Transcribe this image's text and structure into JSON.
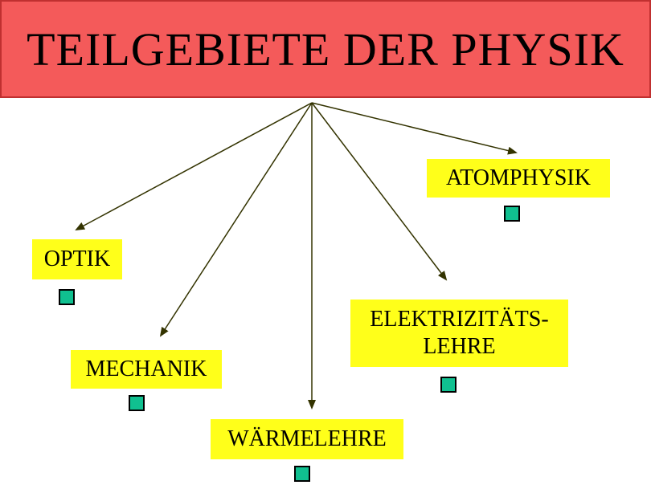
{
  "title": "TEILGEBIETE DER PHYSIK",
  "colors": {
    "title_bg": "#f45a5a",
    "node_bg": "#ffff1a",
    "bullet_fill": "#10c090",
    "arrow": "#333300"
  },
  "nodes": {
    "optik": "OPTIK",
    "mechanik": "MECHANIK",
    "waermelehre": "WÄRMELEHRE",
    "elektrizitaet_line1": "ELEKTRIZITÄTS-",
    "elektrizitaet_line2": "LEHRE",
    "atomphysik": "ATOMPHYSIK"
  },
  "bullet_icon": "square-bullet-icon"
}
